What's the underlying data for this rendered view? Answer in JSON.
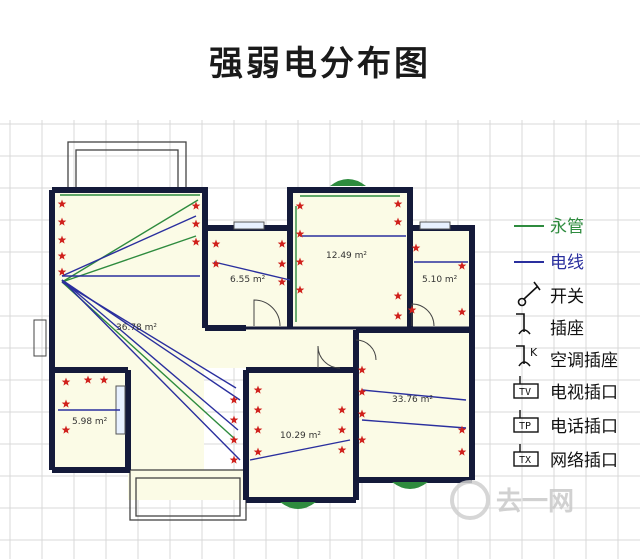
{
  "title": "强弱电分布图",
  "rooms": [
    {
      "id": "living",
      "area": "36.78 m²"
    },
    {
      "id": "bed-a",
      "area": "6.55 m²"
    },
    {
      "id": "bed-b",
      "area": "12.49 m²"
    },
    {
      "id": "bath",
      "area": "5.10 m²"
    },
    {
      "id": "kitchen",
      "area": "5.98 m²"
    },
    {
      "id": "bed-c",
      "area": "10.29 m²"
    },
    {
      "id": "bed-d",
      "area": "33.76 m²"
    }
  ],
  "legend": {
    "water_pipe": "永管",
    "wire": "电线",
    "switch": "开关",
    "socket": "插座",
    "ac_socket": "空调插座",
    "ac_mark": "K",
    "tv_socket": "电视插口",
    "tv_tag": "TV",
    "phone_socket": "电话插口",
    "phone_tag": "TP",
    "net_socket": "网络插口",
    "net_tag": "TX"
  },
  "watermark": "去一网",
  "colors": {
    "water_pipe": "#2e8b3e",
    "wire": "#2a2f9e",
    "wall": "#141a3a",
    "marker": "#d0211c",
    "grid": "#d9d9d9",
    "floor": "#fbfbe6"
  }
}
